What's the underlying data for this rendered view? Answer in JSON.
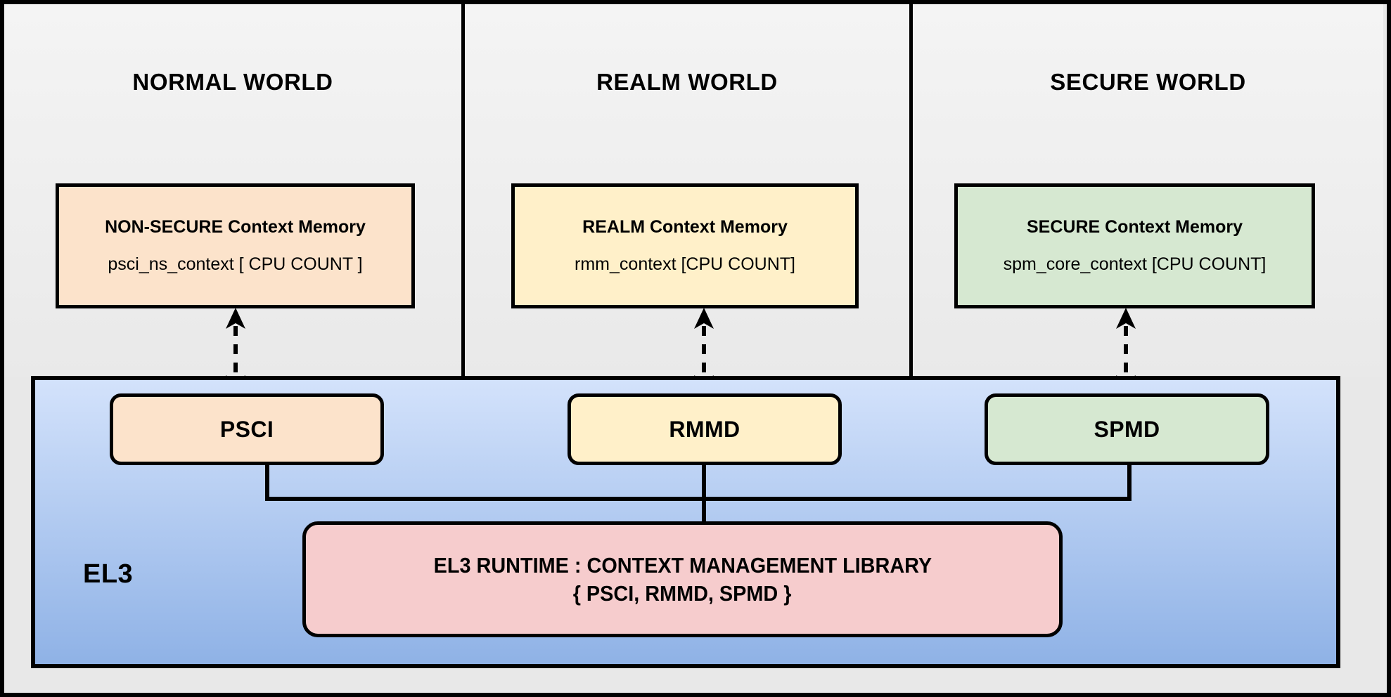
{
  "diagram": {
    "title_text": "",
    "el3": {
      "label": "EL3",
      "modules": [
        {
          "label": "PSCI",
          "color": "#fce3cb"
        },
        {
          "label": "RMMD",
          "color": "#fff0c9"
        },
        {
          "label": "SPMD",
          "color": "#d6e8d1"
        }
      ],
      "runtime": {
        "line1": "EL3 RUNTIME : CONTEXT MANAGEMENT LIBRARY",
        "line2": "{ PSCI, RMMD, SPMD }",
        "color": "#f6cccd"
      },
      "fill_top": "#d3e2fb",
      "fill_bottom": "#8fb2e6"
    },
    "worlds": [
      {
        "title": "NORMAL WORLD",
        "context_title": "NON-SECURE Context Memory",
        "context_sub": "psci_ns_context  [ CPU COUNT ]",
        "color": "#fce3cb"
      },
      {
        "title": "REALM WORLD",
        "context_title": "REALM Context Memory",
        "context_sub": "rmm_context [CPU COUNT]",
        "color": "#fff0c9"
      },
      {
        "title": "SECURE WORLD",
        "context_title": "SECURE Context Memory",
        "context_sub": "spm_core_context  [CPU COUNT]",
        "color": "#d6e8d1"
      }
    ],
    "connectors": [
      {
        "name": "psci-context-link",
        "style": "bidirectional-dashed"
      },
      {
        "name": "rmmd-context-link",
        "style": "bidirectional-dashed"
      },
      {
        "name": "spmd-context-link",
        "style": "bidirectional-dashed"
      }
    ]
  }
}
